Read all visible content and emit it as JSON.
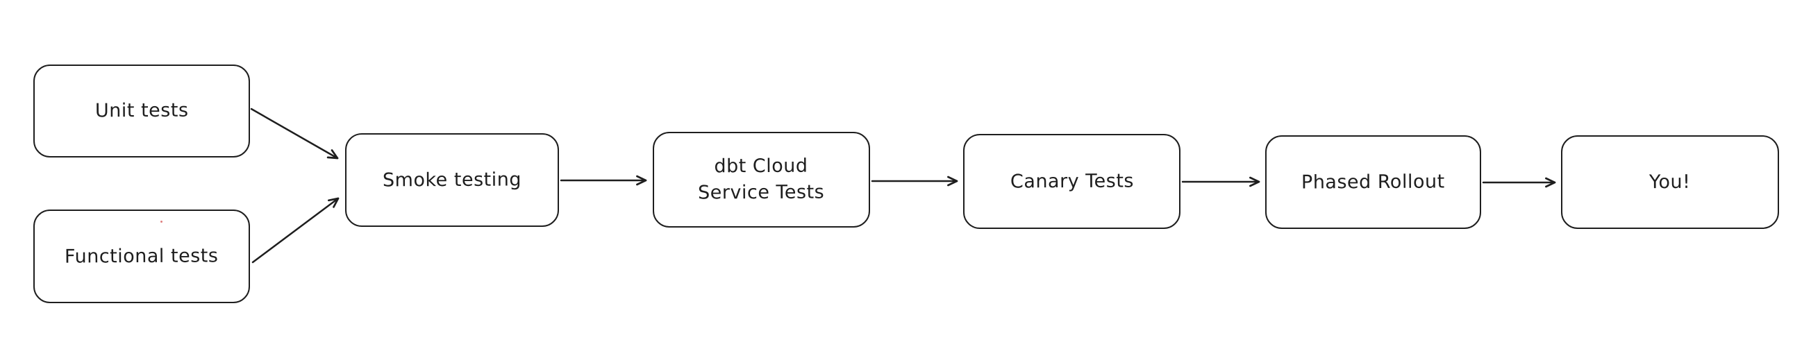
{
  "diagram": {
    "title": "Release testing pipeline flowchart",
    "style": "hand-drawn whiteboard (excalidraw-like)",
    "colors": {
      "background": "#ffffff",
      "stroke": "#1e1e1e",
      "node_fill": "#ffffff",
      "stray_dot": "#de7e7e"
    },
    "nodes": [
      {
        "id": "unit-tests",
        "label": "Unit tests"
      },
      {
        "id": "functional-tests",
        "label": "Functional tests"
      },
      {
        "id": "smoke-testing",
        "label": "Smoke testing"
      },
      {
        "id": "dbt-cloud-service-tests",
        "label": "dbt Cloud\nService Tests"
      },
      {
        "id": "canary-tests",
        "label": "Canary Tests"
      },
      {
        "id": "phased-rollout",
        "label": "Phased Rollout"
      },
      {
        "id": "you",
        "label": "You!"
      }
    ],
    "edges": [
      {
        "from": "unit-tests",
        "to": "smoke-testing",
        "direction": "diagonal-down-right"
      },
      {
        "from": "functional-tests",
        "to": "smoke-testing",
        "direction": "diagonal-up-right"
      },
      {
        "from": "smoke-testing",
        "to": "dbt-cloud-service-tests",
        "direction": "horizontal"
      },
      {
        "from": "dbt-cloud-service-tests",
        "to": "canary-tests",
        "direction": "horizontal"
      },
      {
        "from": "canary-tests",
        "to": "phased-rollout",
        "direction": "horizontal"
      },
      {
        "from": "phased-rollout",
        "to": "you",
        "direction": "horizontal"
      }
    ]
  }
}
